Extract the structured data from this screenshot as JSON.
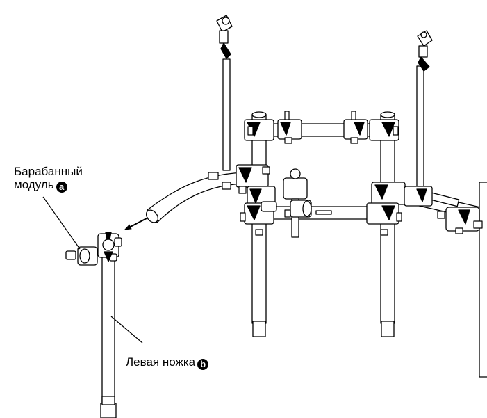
{
  "labels": {
    "drum_module": {
      "line1": "Барабанный",
      "line2": "модуль",
      "badge": "a"
    },
    "left_leg": {
      "text": "Левая ножка",
      "badge": "b"
    }
  },
  "colors": {
    "line": "#000000",
    "tube": "#ffffff",
    "badge": "#000000"
  }
}
